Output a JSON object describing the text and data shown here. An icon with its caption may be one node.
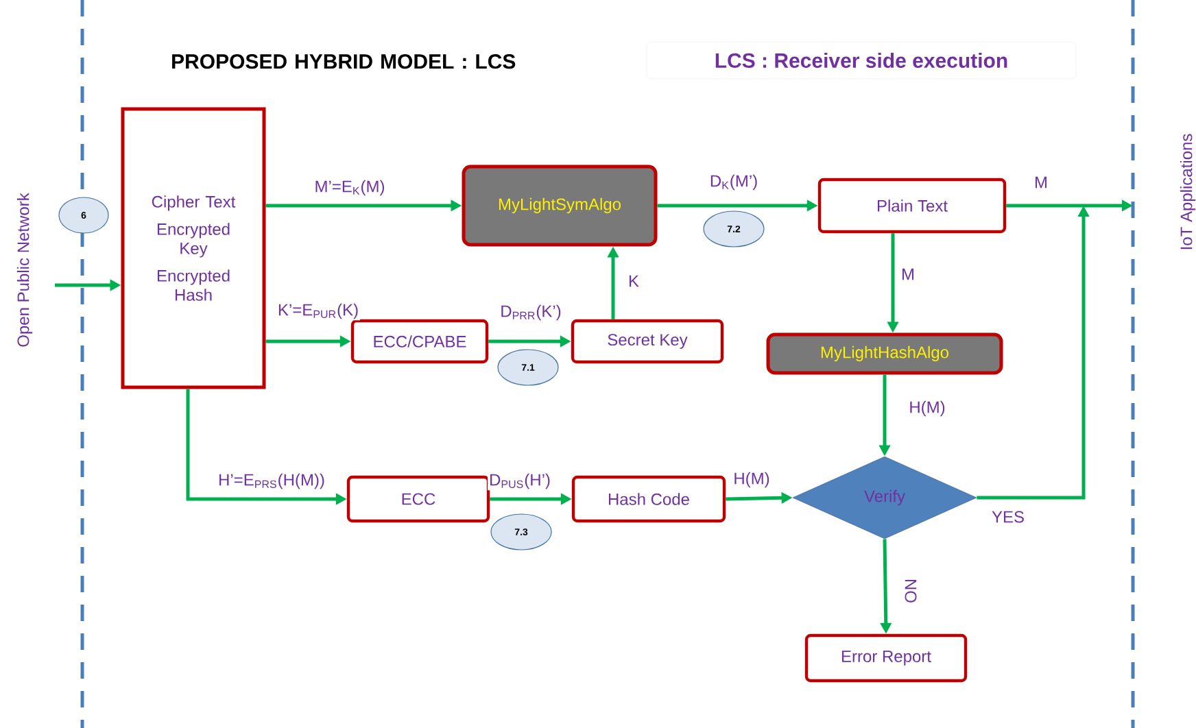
{
  "diagram": {
    "title": "PROPOSED HYBRID MODEL : LCS",
    "nodes": [
      {
        "text": [
          "Cipher Text",
          "Encrypted Key",
          "Encrypted Hash"
        ]
      },
      {
        "text": [
          "MyLightSymAlgo"
        ]
      },
      {
        "text": [
          "Plain Text"
        ]
      },
      {
        "text": [
          "ECC/CPABE"
        ]
      },
      {
        "text": [
          "Secret Key"
        ]
      },
      {
        "text": [
          "MyLightHashAlgo"
        ]
      },
      {
        "text": [
          "ECC"
        ]
      },
      {
        "text": [
          "Hash Code"
        ]
      },
      {
        "text": [
          "Verify"
        ]
      },
      {
        "text": [
          "Error Report"
        ]
      },
      {
        "text": [
          "6"
        ]
      },
      {
        "text": [
          "7.1"
        ]
      },
      {
        "text": [
          "7.2"
        ]
      },
      {
        "text": [
          "7.3"
        ]
      }
    ],
    "edges": [
      {
        "from": null,
        "to": 0,
        "arrow": "to"
      },
      {
        "from": 0,
        "to": 1,
        "arrow": "to",
        "label": "M’=E$_{K}$(M)"
      },
      {
        "from": 0,
        "to": 3,
        "arrow": "to",
        "label": "K’=E$_{PUR}$(K)"
      },
      {
        "from": 3,
        "to": 4,
        "arrow": "to",
        "label": "D$_{PRR}$(K’)"
      },
      {
        "from": 4,
        "to": 1,
        "arrow": "to",
        "label": "K"
      },
      {
        "from": 1,
        "to": 2,
        "arrow": "to",
        "label": "D$_{K}$(M’)"
      },
      {
        "from": 2,
        "to": null,
        "arrow": "to",
        "label": "M"
      },
      {
        "from": 2,
        "to": 5,
        "arrow": "to",
        "label": "M"
      },
      {
        "from": 5,
        "to": 8,
        "arrow": "to",
        "label": "H(M)"
      },
      {
        "from": 0,
        "to": 6,
        "arrow": "to",
        "label": "H’=E$_{PRS}$(H(M))"
      },
      {
        "from": 6,
        "to": 7,
        "arrow": "to",
        "label": "D$_{PUS}$(H’)"
      },
      {
        "from": 7,
        "to": 8,
        "arrow": "to",
        "label": "H(M)"
      },
      {
        "from": 8,
        "to": null,
        "arrow": "to",
        "label": "YES"
      },
      {
        "from": 8,
        "to": 9,
        "arrow": "to",
        "label": "NO"
      }
    ],
    "labels": [
      "LCS : Receiver side execution",
      "Open Public Network",
      "IoT Applications"
    ]
  }
}
